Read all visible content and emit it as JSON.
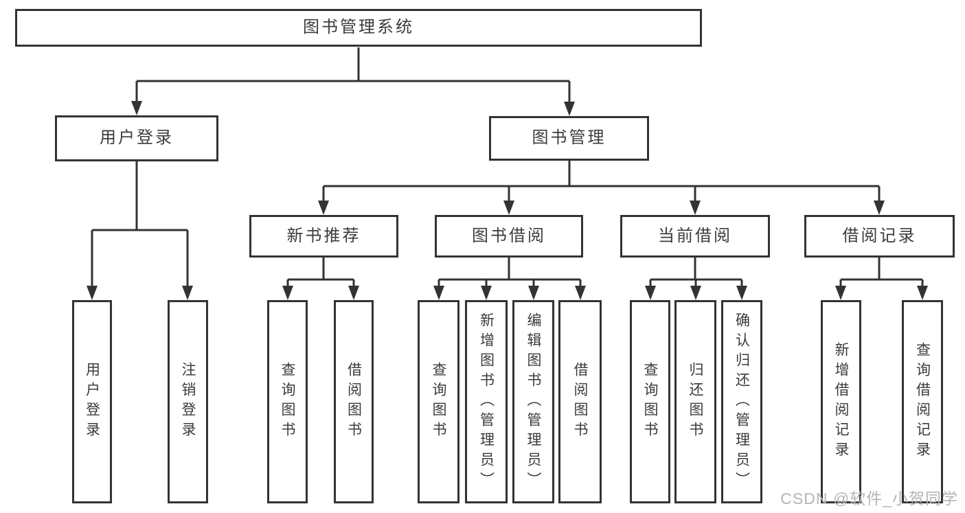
{
  "diagram": {
    "root": {
      "label": "图书管理系统"
    },
    "branches": [
      {
        "label": "用户登录",
        "children": [
          {
            "label": "用户登录"
          },
          {
            "label": "注销登录"
          }
        ]
      },
      {
        "label": "图书管理",
        "children": [
          {
            "label": "新书推荐",
            "children": [
              {
                "label": "查询图书"
              },
              {
                "label": "借阅图书"
              }
            ]
          },
          {
            "label": "图书借阅",
            "children": [
              {
                "label": "查询图书"
              },
              {
                "label": "新增图书（管理员）"
              },
              {
                "label": "编辑图书（管理员）"
              },
              {
                "label": "借阅图书"
              }
            ]
          },
          {
            "label": "当前借阅",
            "children": [
              {
                "label": "查询图书"
              },
              {
                "label": "归还图书"
              },
              {
                "label": "确认归还（管理员）"
              }
            ]
          },
          {
            "label": "借阅记录",
            "children": [
              {
                "label": "新增借阅记录"
              },
              {
                "label": "查询借阅记录"
              }
            ]
          }
        ]
      }
    ]
  },
  "watermark": {
    "text": "CSDN @软件_小贺同学"
  },
  "colors": {
    "line": "#333333",
    "node_border": "#333333",
    "node_text": "#3b3b3b",
    "background": "#ffffff",
    "watermark_text": "#b5b5b8"
  }
}
